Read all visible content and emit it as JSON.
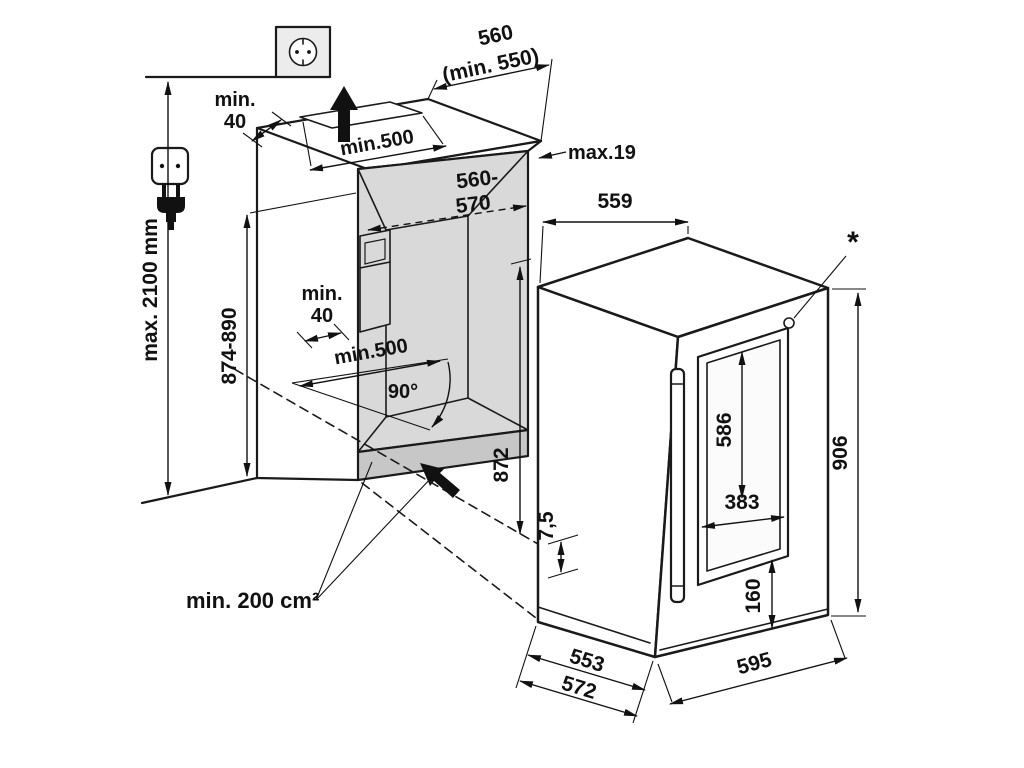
{
  "figure": {
    "background": "#ffffff",
    "line_color": "#1a1a1a",
    "niche_fill": "#d9d9d9",
    "vent_fill": "#c7c7c7"
  },
  "labels": {
    "wall_height": "max. 2100 mm",
    "niche_height": "874-890",
    "top_gap_word": "min.",
    "top_gap_value": "40",
    "top_vent_width": "min.500",
    "top_depth_value": "560",
    "top_depth_min": "(min. 550)",
    "frame_thickness": "max.19",
    "niche_width_line1": "560-",
    "niche_width_line2": "570",
    "mid_gap_word": "min.",
    "mid_gap_value": "40",
    "open_door_depth": "min.500",
    "door_angle": "90°",
    "vent_area": "min. 200 cm²",
    "projected_height": "872",
    "top_width": "559",
    "asterisk": "*",
    "appliance_height": "906",
    "glass_height": "586",
    "glass_width": "383",
    "glass_bottom_offset": "160",
    "bottom_gap": "7,5",
    "body_depth": "553",
    "total_depth": "572",
    "door_width": "595"
  },
  "icons": {
    "wall_socket": "schuko-wall-socket",
    "outlet": "power-outlet",
    "plug": "power-plug",
    "air_top": "airflow-arrow-up",
    "air_bottom": "airflow-arrow-in",
    "door_lock": "lock-position-circle"
  }
}
